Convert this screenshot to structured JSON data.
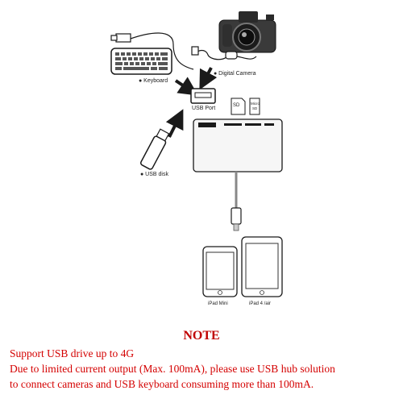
{
  "labels": {
    "keyboard": "● Keyboard",
    "digital_camera": "● Digital Camera",
    "usb_port": "USB Port",
    "usb_disk": "● USB disk",
    "sd": "SD",
    "micro_sd_1": "Micro",
    "micro_sd_2": "SD",
    "ipad_mini": "iPad Mini",
    "ipad_air": "iPad 4 /air"
  },
  "note": {
    "title": "NOTE",
    "lines": [
      "Support USB drive up to 4G",
      "Due to limited current output (Max. 100mA), please use USB hub solution",
      "to connect cameras and USB keyboard consuming more than 100mA."
    ]
  },
  "colors": {
    "note_title": "#c00000",
    "note_text": "#d40000",
    "line_art": "#1a1a1a"
  }
}
